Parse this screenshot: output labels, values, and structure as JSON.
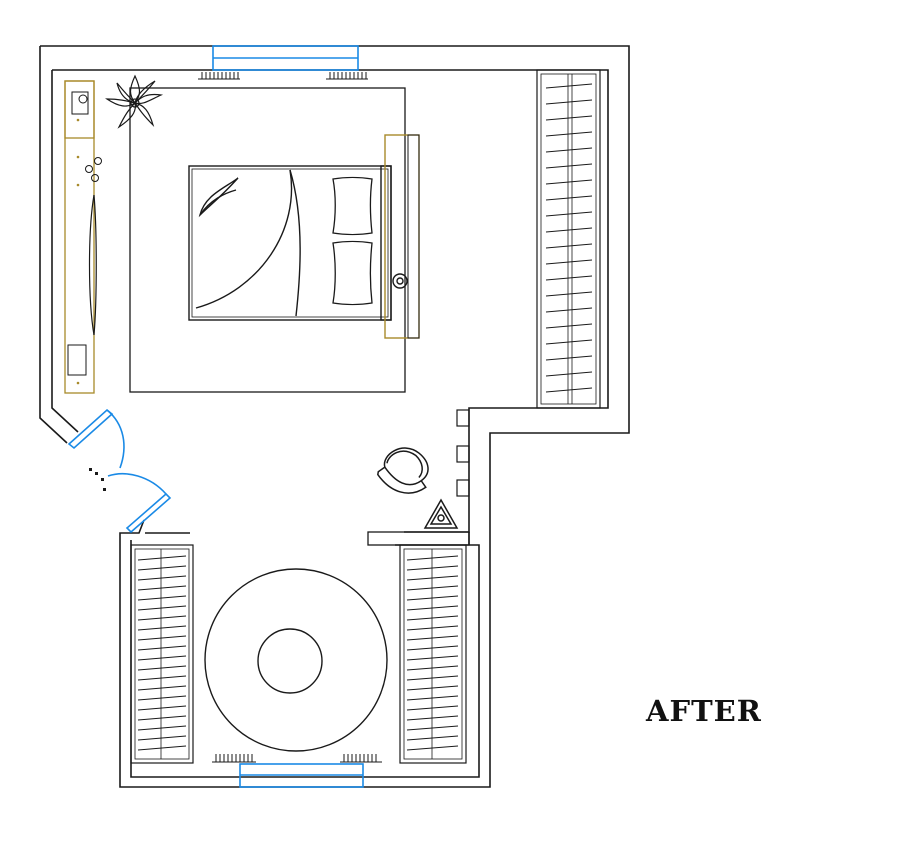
{
  "caption": "AFTER",
  "colors": {
    "wall": "#1a1a1a",
    "window": "#1a8ae6",
    "door": "#1a8ae6",
    "vanity": "#a88a2a",
    "background": "#ffffff"
  },
  "icons": [
    "window",
    "door-swing",
    "bed",
    "pillow",
    "plant",
    "wardrobe-hangers",
    "armchair",
    "round-rug",
    "nightstand",
    "vanity-desk",
    "mirror",
    "radiator",
    "stool"
  ]
}
